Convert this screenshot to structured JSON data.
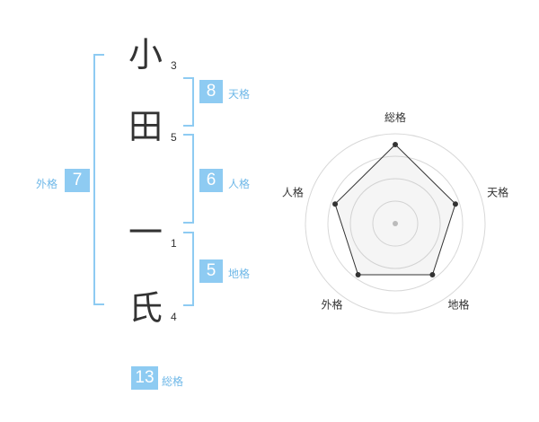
{
  "name": {
    "chars": [
      {
        "char": "小",
        "strokes": "3"
      },
      {
        "char": "田",
        "strokes": "5"
      },
      {
        "char": "一",
        "strokes": "1"
      },
      {
        "char": "氏",
        "strokes": "4"
      }
    ]
  },
  "kaku": {
    "tenkaku": {
      "value": "8",
      "label": "天格"
    },
    "jinkaku": {
      "value": "6",
      "label": "人格"
    },
    "chikaku": {
      "value": "5",
      "label": "地格"
    },
    "gaikaku": {
      "value": "7",
      "label": "外格"
    },
    "soukaku": {
      "value": "13",
      "label": "総格"
    }
  },
  "colors": {
    "accent": "#8ecbf2",
    "accent_text": "#6fb8e8",
    "text": "#333333"
  },
  "chart_data": {
    "type": "radar",
    "axes": [
      "総格",
      "天格",
      "地格",
      "外格",
      "人格"
    ],
    "values": [
      1.0,
      0.8,
      0.8,
      0.8,
      0.8
    ],
    "range": [
      0,
      1
    ],
    "rings": 4
  }
}
